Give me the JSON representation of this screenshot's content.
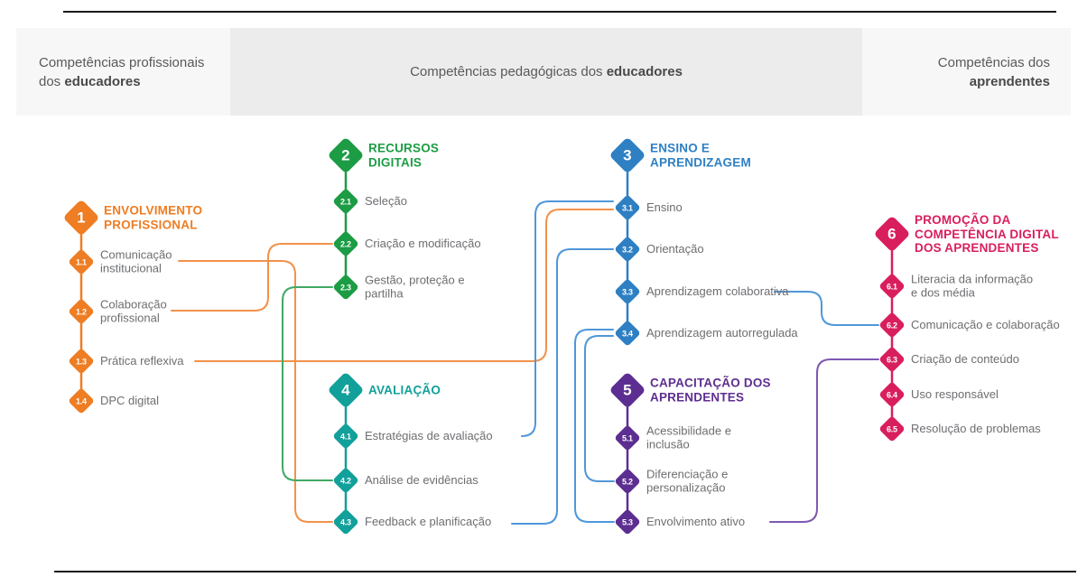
{
  "header": {
    "bands": [
      {
        "name": "professional-competences",
        "prefix": "Competências profissionais\ndos ",
        "bold": "educadores"
      },
      {
        "name": "pedagogic-competences",
        "prefix": "Competências pedagógicas dos ",
        "bold": "educadores"
      },
      {
        "name": "learners-competences",
        "prefix": "Competências dos\n",
        "bold": "aprendentes"
      }
    ]
  },
  "clusters": [
    {
      "id": "1",
      "title": "ENVOLVIMENTO\nPROFISSIONAL",
      "color": "#ee7d23",
      "items": [
        {
          "num": "1.1",
          "label": "Comunicação\ninstitucional"
        },
        {
          "num": "1.2",
          "label": "Colaboração\nprofissional"
        },
        {
          "num": "1.3",
          "label": "Prática reflexiva"
        },
        {
          "num": "1.4",
          "label": "DPC digital"
        }
      ]
    },
    {
      "id": "2",
      "title": "RECURSOS\nDIGITAIS",
      "color": "#1c9c44",
      "items": [
        {
          "num": "2.1",
          "label": "Seleção"
        },
        {
          "num": "2.2",
          "label": "Criação e modificação"
        },
        {
          "num": "2.3",
          "label": "Gestão, proteção e\npartilha"
        }
      ]
    },
    {
      "id": "3",
      "title": "ENSINO E\nAPRENDIZAGEM",
      "color": "#2e80c3",
      "items": [
        {
          "num": "3.1",
          "label": "Ensino"
        },
        {
          "num": "3.2",
          "label": "Orientação"
        },
        {
          "num": "3.3",
          "label": "Aprendizagem colaborativa"
        },
        {
          "num": "3.4",
          "label": "Aprendizagem autorregulada"
        }
      ]
    },
    {
      "id": "4",
      "title": "AVALIAÇÃO",
      "color": "#12a09b",
      "items": [
        {
          "num": "4.1",
          "label": "Estratégias de avaliação"
        },
        {
          "num": "4.2",
          "label": "Análise de evidências"
        },
        {
          "num": "4.3",
          "label": "Feedback e planificação"
        }
      ]
    },
    {
      "id": "5",
      "title": "CAPACITAÇÃO DOS\nAPRENDENTES",
      "color": "#5d2e91",
      "items": [
        {
          "num": "5.1",
          "label": "Acessibilidade e\ninclusão"
        },
        {
          "num": "5.2",
          "label": "Diferenciação e\npersonalização"
        },
        {
          "num": "5.3",
          "label": "Envolvimento ativo"
        }
      ]
    },
    {
      "id": "6",
      "title": "PROMOÇÃO DA\nCOMPETÊNCIA DIGITAL\nDOS APRENDENTES",
      "color": "#d91e5e",
      "items": [
        {
          "num": "6.1",
          "label": "Literacia da informação\ne dos média"
        },
        {
          "num": "6.2",
          "label": "Comunicação e colaboração"
        },
        {
          "num": "6.3",
          "label": "Criação de conteúdo"
        },
        {
          "num": "6.4",
          "label": "Uso responsável"
        },
        {
          "num": "6.5",
          "label": "Resolução de problemas"
        }
      ]
    }
  ],
  "connections": [
    {
      "from": "1.1",
      "to": "4.3",
      "color": "#f2914a"
    },
    {
      "from": "1.2",
      "to": "2.2",
      "color": "#f2914a"
    },
    {
      "from": "1.3",
      "to": "3.1",
      "color": "#f2914a"
    },
    {
      "from": "2.3",
      "to": "4.2",
      "color": "#3fa964"
    },
    {
      "from": "3.1",
      "to": "4.1",
      "color": "#4f97d9"
    },
    {
      "from": "3.2",
      "to": "4.3",
      "color": "#4f97d9"
    },
    {
      "from": "3.3",
      "to": "6.2",
      "color": "#4f97d9"
    },
    {
      "from": "3.4",
      "to": "5.2",
      "color": "#4f97d9"
    },
    {
      "from": "3.4",
      "to": "5.3",
      "color": "#4f97d9"
    },
    {
      "from": "5.3",
      "to": "6.3",
      "color": "#7e57b2"
    }
  ]
}
